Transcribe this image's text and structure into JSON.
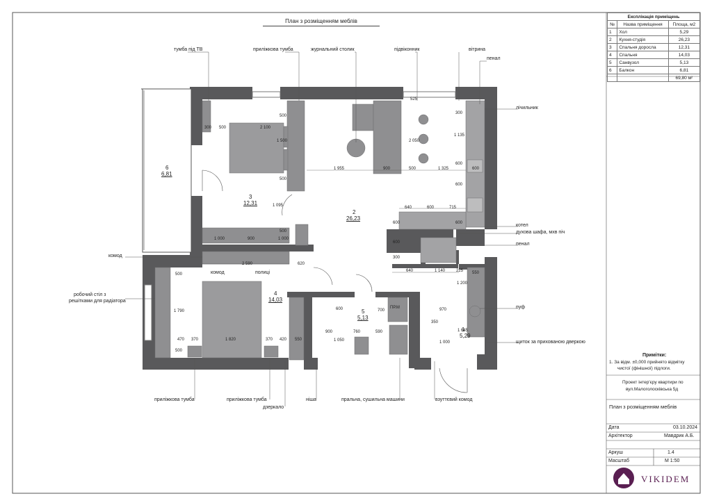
{
  "plan_title": "План з розміщенням меблів",
  "explication": {
    "title": "Експлікація приміщень",
    "headers": [
      "№",
      "Назва приміщення",
      "Площа, м2"
    ],
    "rows": [
      {
        "n": "1",
        "name": "Хол",
        "area": "5,29"
      },
      {
        "n": "2",
        "name": "Кухня-студія",
        "area": "26,23"
      },
      {
        "n": "3",
        "name": "Спальня доросла",
        "area": "12,31"
      },
      {
        "n": "4",
        "name": "Спальня",
        "area": "14,03"
      },
      {
        "n": "5",
        "name": "Санвузол",
        "area": "5,13"
      },
      {
        "n": "6",
        "name": "Балкон",
        "area": "6,81"
      }
    ],
    "total": "69,80 м²"
  },
  "notes": {
    "title": "Примітки:",
    "line1": "1. За відм. ±0,000 прийнято відмітку",
    "line2": "чистої (фінішної) підлоги."
  },
  "project": {
    "line1": "Проект інтер'єру квартири по",
    "line2": "вул.Малоголосківська 5д"
  },
  "sheet_name": "План з розміщенням меблів",
  "meta": {
    "date_label": "Дата",
    "date_value": "03.10.2024",
    "architect_label": "Архітектор",
    "architect_value": "Мавдрик А.Б.",
    "sheet_label": "Аркуш",
    "sheet_value": "1.4",
    "scale_label": "Масштаб",
    "scale_value": "М 1:50"
  },
  "brand": "VIKIDEM",
  "rooms": {
    "r1": {
      "n": "1",
      "area": "5,29"
    },
    "r2": {
      "n": "2",
      "area": "26,23"
    },
    "r3": {
      "n": "3",
      "area": "12,31"
    },
    "r4": {
      "n": "4",
      "area": "14,03"
    },
    "r5": {
      "n": "5",
      "area": "5,13"
    },
    "r6": {
      "n": "6",
      "area": "6,81"
    }
  },
  "callouts": {
    "tv_stand": "тумба під ТВ",
    "bedside_top": "приліжкова тумба",
    "coffee_table": "журнальний столик",
    "window_sill": "підвіконник",
    "showcase": "вітрина",
    "pencil_top": "пенал",
    "meter": "лічильник",
    "boiler": "котел",
    "oven": "духова шафа, мхв піч",
    "pencil_mid": "пенал",
    "pouf": "пуф",
    "hidden_panel": "щиток за прихованою дверкою",
    "dresser_left": "комод",
    "desk_1": "робочий стіл з",
    "desk_2": "решітками для радіатора",
    "bedside_bl": "приліжкова тумба",
    "bedside_bm": "приліжкова тумба",
    "mirror": "дзеркало",
    "niche": "ніша",
    "laundry": "пральна, сушильна машини",
    "shoe_cabinet": "взуттєвий комод",
    "dresser_inner": "комод",
    "shelves": "полиці"
  },
  "dims": {
    "d300a": "300",
    "d500a": "500",
    "d2100": "2 100",
    "d1500": "1 500",
    "d500b": "500",
    "d500c": "500",
    "d1095": "1 095",
    "d500d": "500",
    "d1000a": "1 000",
    "d900a": "900",
    "d1000b": "1 000",
    "d1955": "1 955",
    "d900b": "900",
    "d500e": "500",
    "d1325": "1 325",
    "d2050": "2 050",
    "d525": "525",
    "d300b": "300",
    "d1135": "1 135",
    "d600a": "600",
    "d600b": "600",
    "d600c": "600",
    "d640a": "640",
    "d600d": "600",
    "d715": "715",
    "d600e": "600",
    "d600f": "600",
    "d600g": "600",
    "d300c": "300",
    "d640b": "640",
    "d1140": "1 140",
    "d225": "225",
    "d2590": "2 590",
    "d620": "620",
    "d500f": "500",
    "d1790": "1 790",
    "d470": "470",
    "d370a": "370",
    "d1820": "1 820",
    "d370b": "370",
    "d420": "420",
    "d550a": "550",
    "d500g": "500",
    "d600h": "600",
    "d900c": "900",
    "d1050": "1 050",
    "d760": "760",
    "d590": "590",
    "d700": "700",
    "d550b": "550",
    "d1200": "1 200",
    "d970": "970",
    "d350": "350",
    "d1000c": "1 000",
    "d1645": "1 645",
    "wm": "ПР.М"
  }
}
